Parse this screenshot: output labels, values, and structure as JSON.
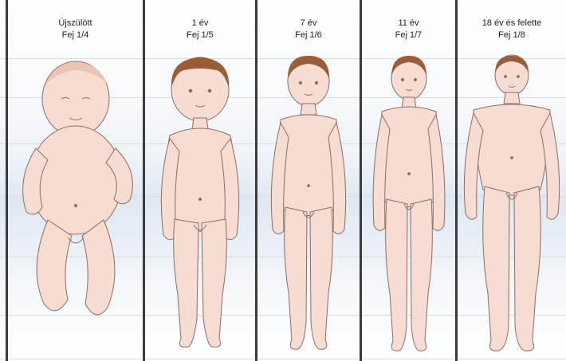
{
  "panels": [
    {
      "age": "Újszülött",
      "ratio": "Fej 1/4"
    },
    {
      "age": "1 év",
      "ratio": "Fej 1/5"
    },
    {
      "age": "7 év",
      "ratio": "Fej 1/6"
    },
    {
      "age": "11 év",
      "ratio": "Fej 1/7"
    },
    {
      "age": "18 év és felette",
      "ratio": "Fej 1/8"
    }
  ],
  "colors": {
    "skin": "#f7dcd2",
    "outline": "#8a6e66",
    "hair_baby": "#e9c6b4",
    "hair": "#9a5d38",
    "divider": "#3b3b3b",
    "grid": "#d9dde3"
  }
}
